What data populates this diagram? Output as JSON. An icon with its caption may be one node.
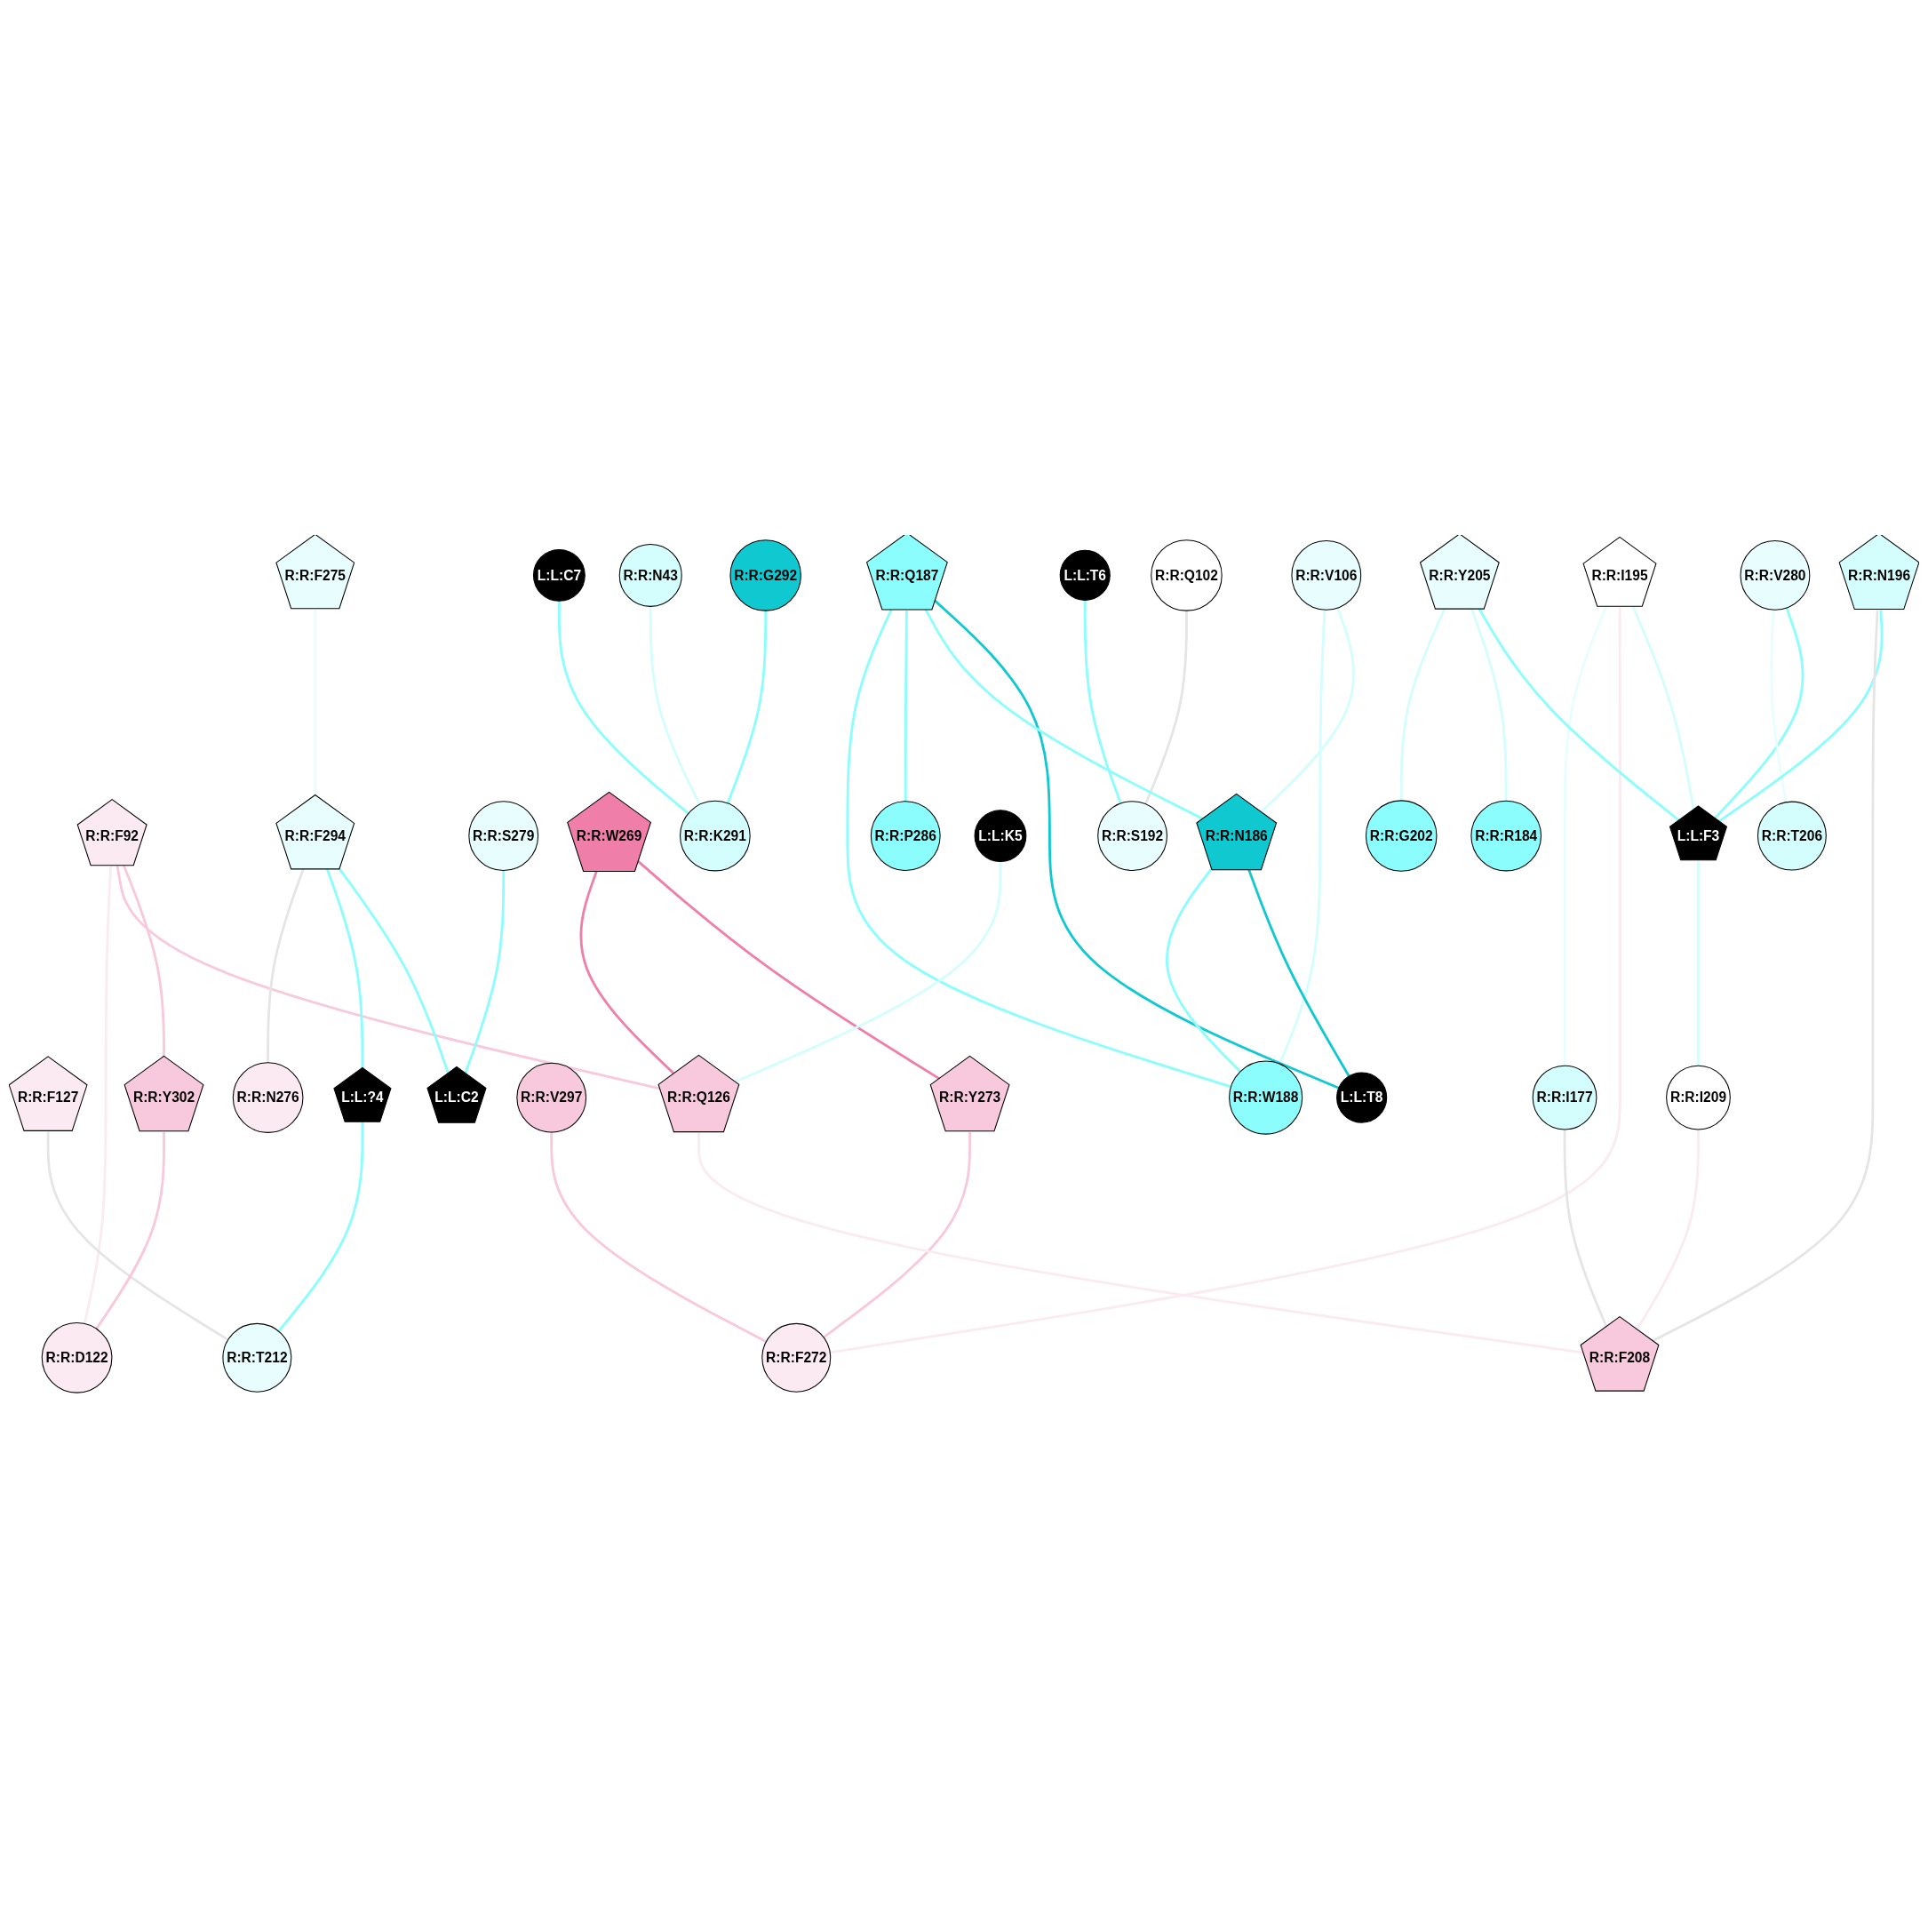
{
  "diagram": {
    "nodes": [
      {
        "text": [
          "R:R:F92"
        ]
      },
      {
        "text": [
          "R:R:G292"
        ]
      },
      {
        "text": [
          "R:R:Q102"
        ]
      },
      {
        "text": [
          "R:R:F275"
        ]
      },
      {
        "text": [
          "R:R:V106"
        ]
      },
      {
        "text": [
          "R:R:F294"
        ]
      },
      {
        "text": [
          "R:R:S279"
        ]
      },
      {
        "text": [
          "R:R:I195"
        ]
      },
      {
        "text": [
          "R:R:F127"
        ]
      },
      {
        "text": [
          "R:R:Y302"
        ]
      },
      {
        "text": [
          "R:R:V280"
        ]
      },
      {
        "text": [
          "R:R:N196"
        ]
      },
      {
        "text": [
          "L:L:C2"
        ]
      },
      {
        "text": [
          "R:R:Q187"
        ]
      },
      {
        "text": [
          "R:R:Y205"
        ]
      },
      {
        "text": [
          "R:R:N43"
        ]
      },
      {
        "text": [
          "R:R:W269"
        ]
      },
      {
        "text": [
          "L:L:T8"
        ]
      },
      {
        "text": [
          "L:L:F3"
        ]
      },
      {
        "text": [
          "R:R:N186"
        ]
      },
      {
        "text": [
          "R:R:I209"
        ]
      },
      {
        "text": [
          "L:L:C7"
        ]
      },
      {
        "text": [
          "L:L:?4"
        ]
      },
      {
        "text": [
          "R:R:V297"
        ]
      },
      {
        "text": [
          "R:R:I177"
        ]
      },
      {
        "text": [
          "R:R:Q126"
        ]
      },
      {
        "text": [
          "R:R:K291"
        ]
      },
      {
        "text": [
          "L:L:T6"
        ]
      },
      {
        "text": [
          "L:L:K5"
        ]
      },
      {
        "text": [
          "R:R:S192"
        ]
      },
      {
        "text": [
          "R:R:T212"
        ]
      },
      {
        "text": [
          "R:R:Y273"
        ]
      },
      {
        "text": [
          "R:R:R184"
        ]
      },
      {
        "text": [
          "R:R:D122"
        ]
      },
      {
        "text": [
          "R:R:F272"
        ]
      },
      {
        "text": [
          "R:R:N276"
        ]
      },
      {
        "text": [
          "R:R:T206"
        ]
      },
      {
        "text": [
          "R:R:W188"
        ]
      },
      {
        "text": [
          "R:R:G202"
        ]
      },
      {
        "text": [
          "R:R:P286"
        ]
      },
      {
        "text": [
          "R:R:F208"
        ]
      }
    ],
    "edges": [
      {
        "from": 0,
        "to": 9,
        "arrow": "none",
        "color": "#f8c8dc"
      },
      {
        "from": 0,
        "to": 25,
        "arrow": "none",
        "color": "#f8c8dc"
      },
      {
        "from": 0,
        "to": 33,
        "arrow": "none",
        "color": "#fbeaf2"
      },
      {
        "from": 1,
        "to": 26,
        "arrow": "none"
      },
      {
        "from": 2,
        "to": 29,
        "arrow": "none",
        "color": "#e5e5e5"
      },
      {
        "from": 3,
        "to": 5,
        "arrow": "none",
        "color": "#e8fefe"
      },
      {
        "from": 4,
        "to": 19,
        "arrow": "none",
        "color": "#d4fdfd"
      },
      {
        "from": 4,
        "to": 37,
        "arrow": "none",
        "color": "#d4fdfd"
      },
      {
        "from": 5,
        "to": 12,
        "arrow": "none"
      },
      {
        "from": 5,
        "to": 22,
        "arrow": "none"
      },
      {
        "from": 5,
        "to": 35,
        "arrow": "none",
        "color": "#e5e5e5"
      },
      {
        "from": 6,
        "to": 12,
        "arrow": "none"
      },
      {
        "from": 7,
        "to": 18,
        "arrow": "none",
        "color": "#d4fdfd"
      },
      {
        "from": 7,
        "to": 34,
        "arrow": "none",
        "color": "#fbeaf2"
      },
      {
        "from": 8,
        "to": 30,
        "arrow": "none",
        "color": "#e5e5e5"
      },
      {
        "from": 9,
        "to": 33,
        "arrow": "none",
        "color": "#f8c8dc"
      },
      {
        "from": 10,
        "to": 18,
        "arrow": "none"
      },
      {
        "from": 10,
        "to": 36,
        "arrow": "none",
        "color": "#e8fefe"
      },
      {
        "from": 11,
        "to": 18,
        "arrow": "none"
      },
      {
        "from": 11,
        "to": 40,
        "arrow": "none",
        "color": "#e5e5e5"
      },
      {
        "from": 7,
        "to": 24,
        "arrow": "none",
        "color": "#e8fefe"
      },
      {
        "from": 13,
        "to": 17,
        "arrow": "none",
        "color": "#10c8d0"
      },
      {
        "from": 13,
        "to": 19,
        "arrow": "none"
      },
      {
        "from": 13,
        "to": 39,
        "arrow": "none"
      },
      {
        "from": 13,
        "to": 37,
        "arrow": "none"
      },
      {
        "from": 14,
        "to": 18,
        "arrow": "none"
      },
      {
        "from": 14,
        "to": 32,
        "arrow": "none",
        "color": "#d4fdfd"
      },
      {
        "from": 14,
        "to": 38,
        "arrow": "none",
        "color": "#d4fdfd"
      },
      {
        "from": 15,
        "to": 26,
        "arrow": "none",
        "color": "#d4fdfd"
      },
      {
        "from": 16,
        "to": 31,
        "arrow": "none",
        "color": "#ef7ea9"
      },
      {
        "from": 16,
        "to": 25,
        "arrow": "none",
        "color": "#ef7ea9"
      },
      {
        "from": 19,
        "to": 17,
        "arrow": "none",
        "color": "#10c8d0"
      },
      {
        "from": 19,
        "to": 37,
        "arrow": "none"
      },
      {
        "from": 18,
        "to": 20,
        "arrow": "none",
        "color": "#d4fdfd"
      },
      {
        "from": 21,
        "to": 26,
        "arrow": "none"
      },
      {
        "from": 22,
        "to": 30,
        "arrow": "none"
      },
      {
        "from": 23,
        "to": 34,
        "arrow": "none",
        "color": "#f8c8dc"
      },
      {
        "from": 24,
        "to": 40,
        "arrow": "none",
        "color": "#e5e5e5"
      },
      {
        "from": 28,
        "to": 25,
        "arrow": "none",
        "color": "#d4fdfd"
      },
      {
        "from": 27,
        "to": 29,
        "arrow": "none"
      },
      {
        "from": 31,
        "to": 34,
        "arrow": "none",
        "color": "#f8c8dc"
      },
      {
        "from": 20,
        "to": 40,
        "arrow": "none",
        "color": "#fbeaf2"
      },
      {
        "from": 25,
        "to": 40,
        "arrow": "none",
        "color": "#fbeaf2"
      }
    ]
  }
}
